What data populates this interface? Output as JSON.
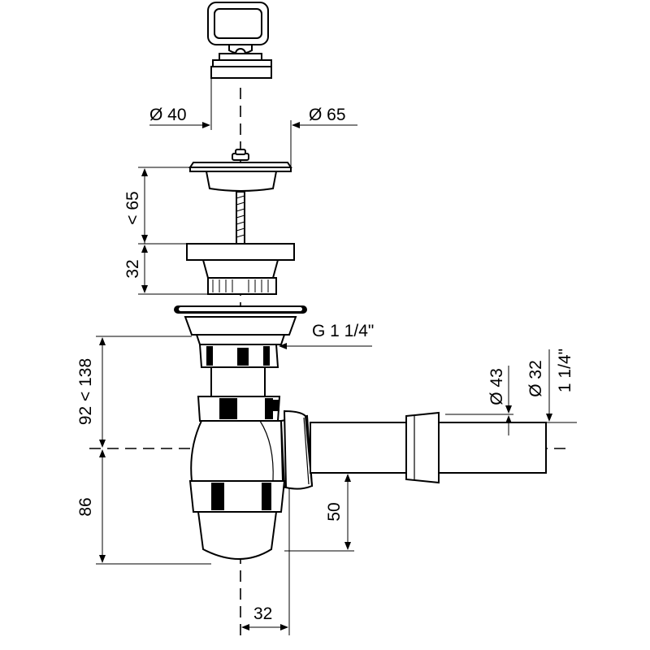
{
  "labels": {
    "dia_40": "Ø 40",
    "dia_65": "Ø 65",
    "lt_65": "< 65",
    "h_32": "32",
    "thread_g": "G 1 1/4\"",
    "range_92_138": "92 < 138",
    "h_86": "86",
    "dia_43": "Ø 43",
    "dia_32": "Ø 32",
    "inch_1_1_4": "1 1/4\"",
    "h_50": "50",
    "w_32": "32"
  },
  "colors": {
    "line": "#000000",
    "background": "#ffffff"
  }
}
